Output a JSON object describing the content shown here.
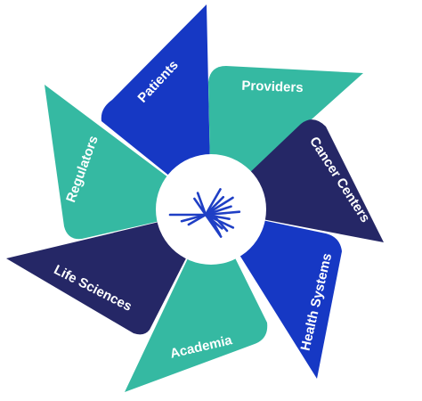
{
  "colors": {
    "navy": "#252766",
    "blue": "#1638c4",
    "teal": "#35b9a2",
    "center": "#ffffff",
    "logo": "#1f3fc5"
  },
  "center": {
    "icon": "starburst-logo-icon"
  },
  "blades": [
    {
      "id": "patients",
      "label": "Patients",
      "color": "blue"
    },
    {
      "id": "providers",
      "label": "Providers",
      "color": "teal"
    },
    {
      "id": "cancer-centers",
      "label": "Cancer Centers",
      "color": "navy"
    },
    {
      "id": "health-systems",
      "label": "Health Systems",
      "color": "blue"
    },
    {
      "id": "academia",
      "label": "Academia",
      "color": "teal"
    },
    {
      "id": "life-sciences",
      "label": "Life Sciences",
      "color": "navy"
    },
    {
      "id": "regulators",
      "label": "Regulators",
      "color": "teal"
    }
  ]
}
